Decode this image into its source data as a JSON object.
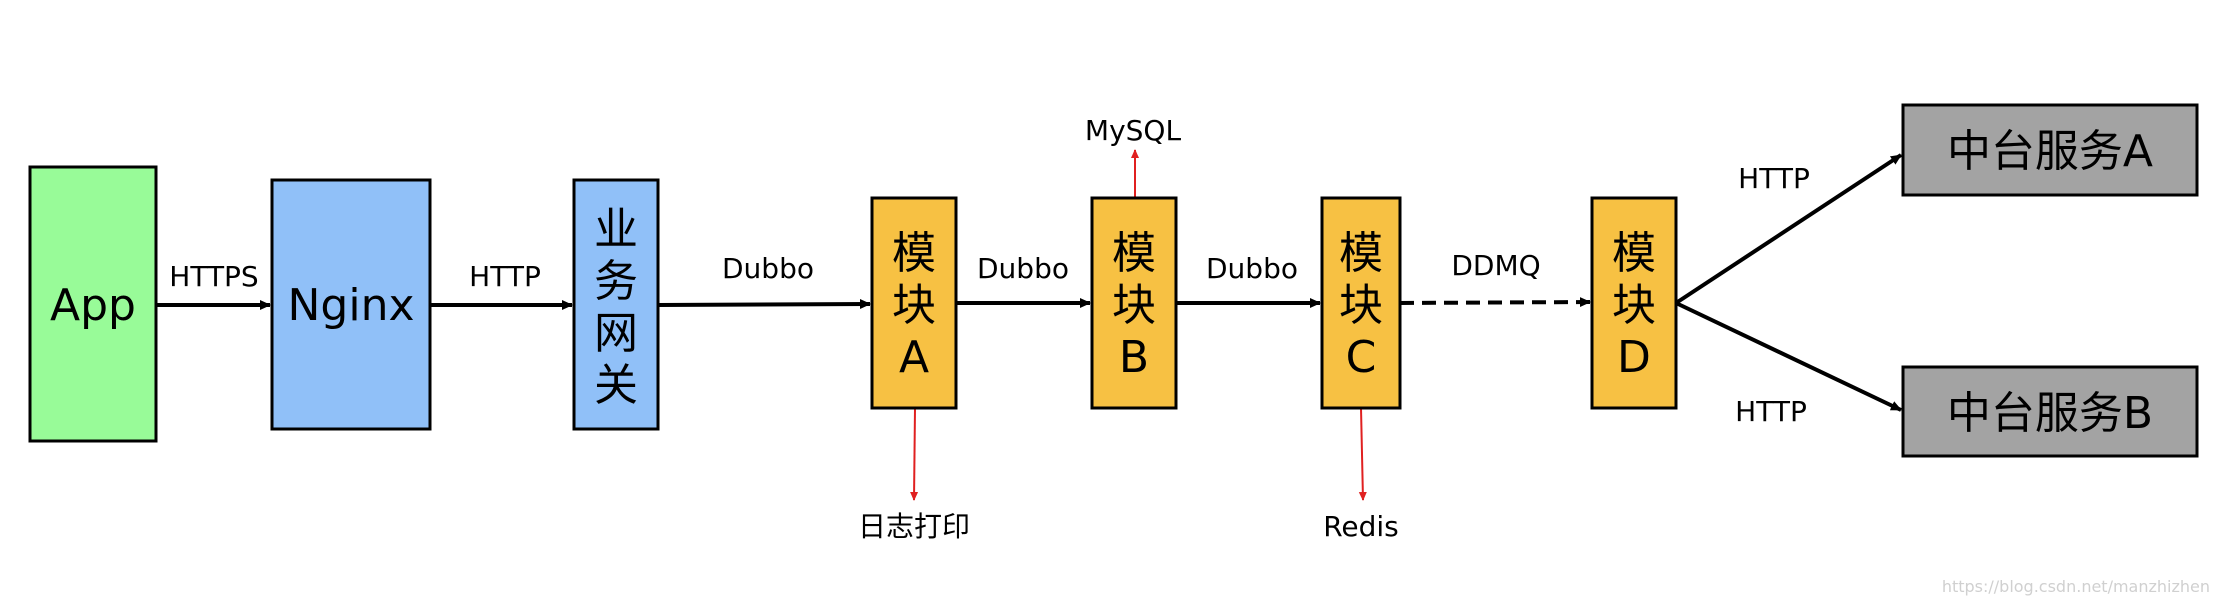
{
  "colors": {
    "green": "#98fb98",
    "blue": "#90c0f8",
    "orange": "#f7c143",
    "gray": "#a3a3a3",
    "red": "#e02020",
    "stroke": "#000000"
  },
  "nodes": {
    "app": "App",
    "nginx": "Nginx",
    "gateway": [
      "业",
      "务",
      "网",
      "关"
    ],
    "module_a": [
      "模",
      "块",
      "A"
    ],
    "module_b": [
      "模",
      "块",
      "B"
    ],
    "module_c": [
      "模",
      "块",
      "C"
    ],
    "module_d": [
      "模",
      "块",
      "D"
    ],
    "service_a": "中台服务A",
    "service_b": "中台服务B"
  },
  "edges": {
    "app_nginx": "HTTPS",
    "nginx_gateway": "HTTP",
    "gateway_a": "Dubbo",
    "a_b": "Dubbo",
    "b_c": "Dubbo",
    "c_d": "DDMQ",
    "d_service_a": "HTTP",
    "d_service_b": "HTTP"
  },
  "side_outputs": {
    "a_log": "日志打印",
    "b_mysql": "MySQL",
    "c_redis": "Redis"
  },
  "watermark": "https://blog.csdn.net/manzhizhen"
}
